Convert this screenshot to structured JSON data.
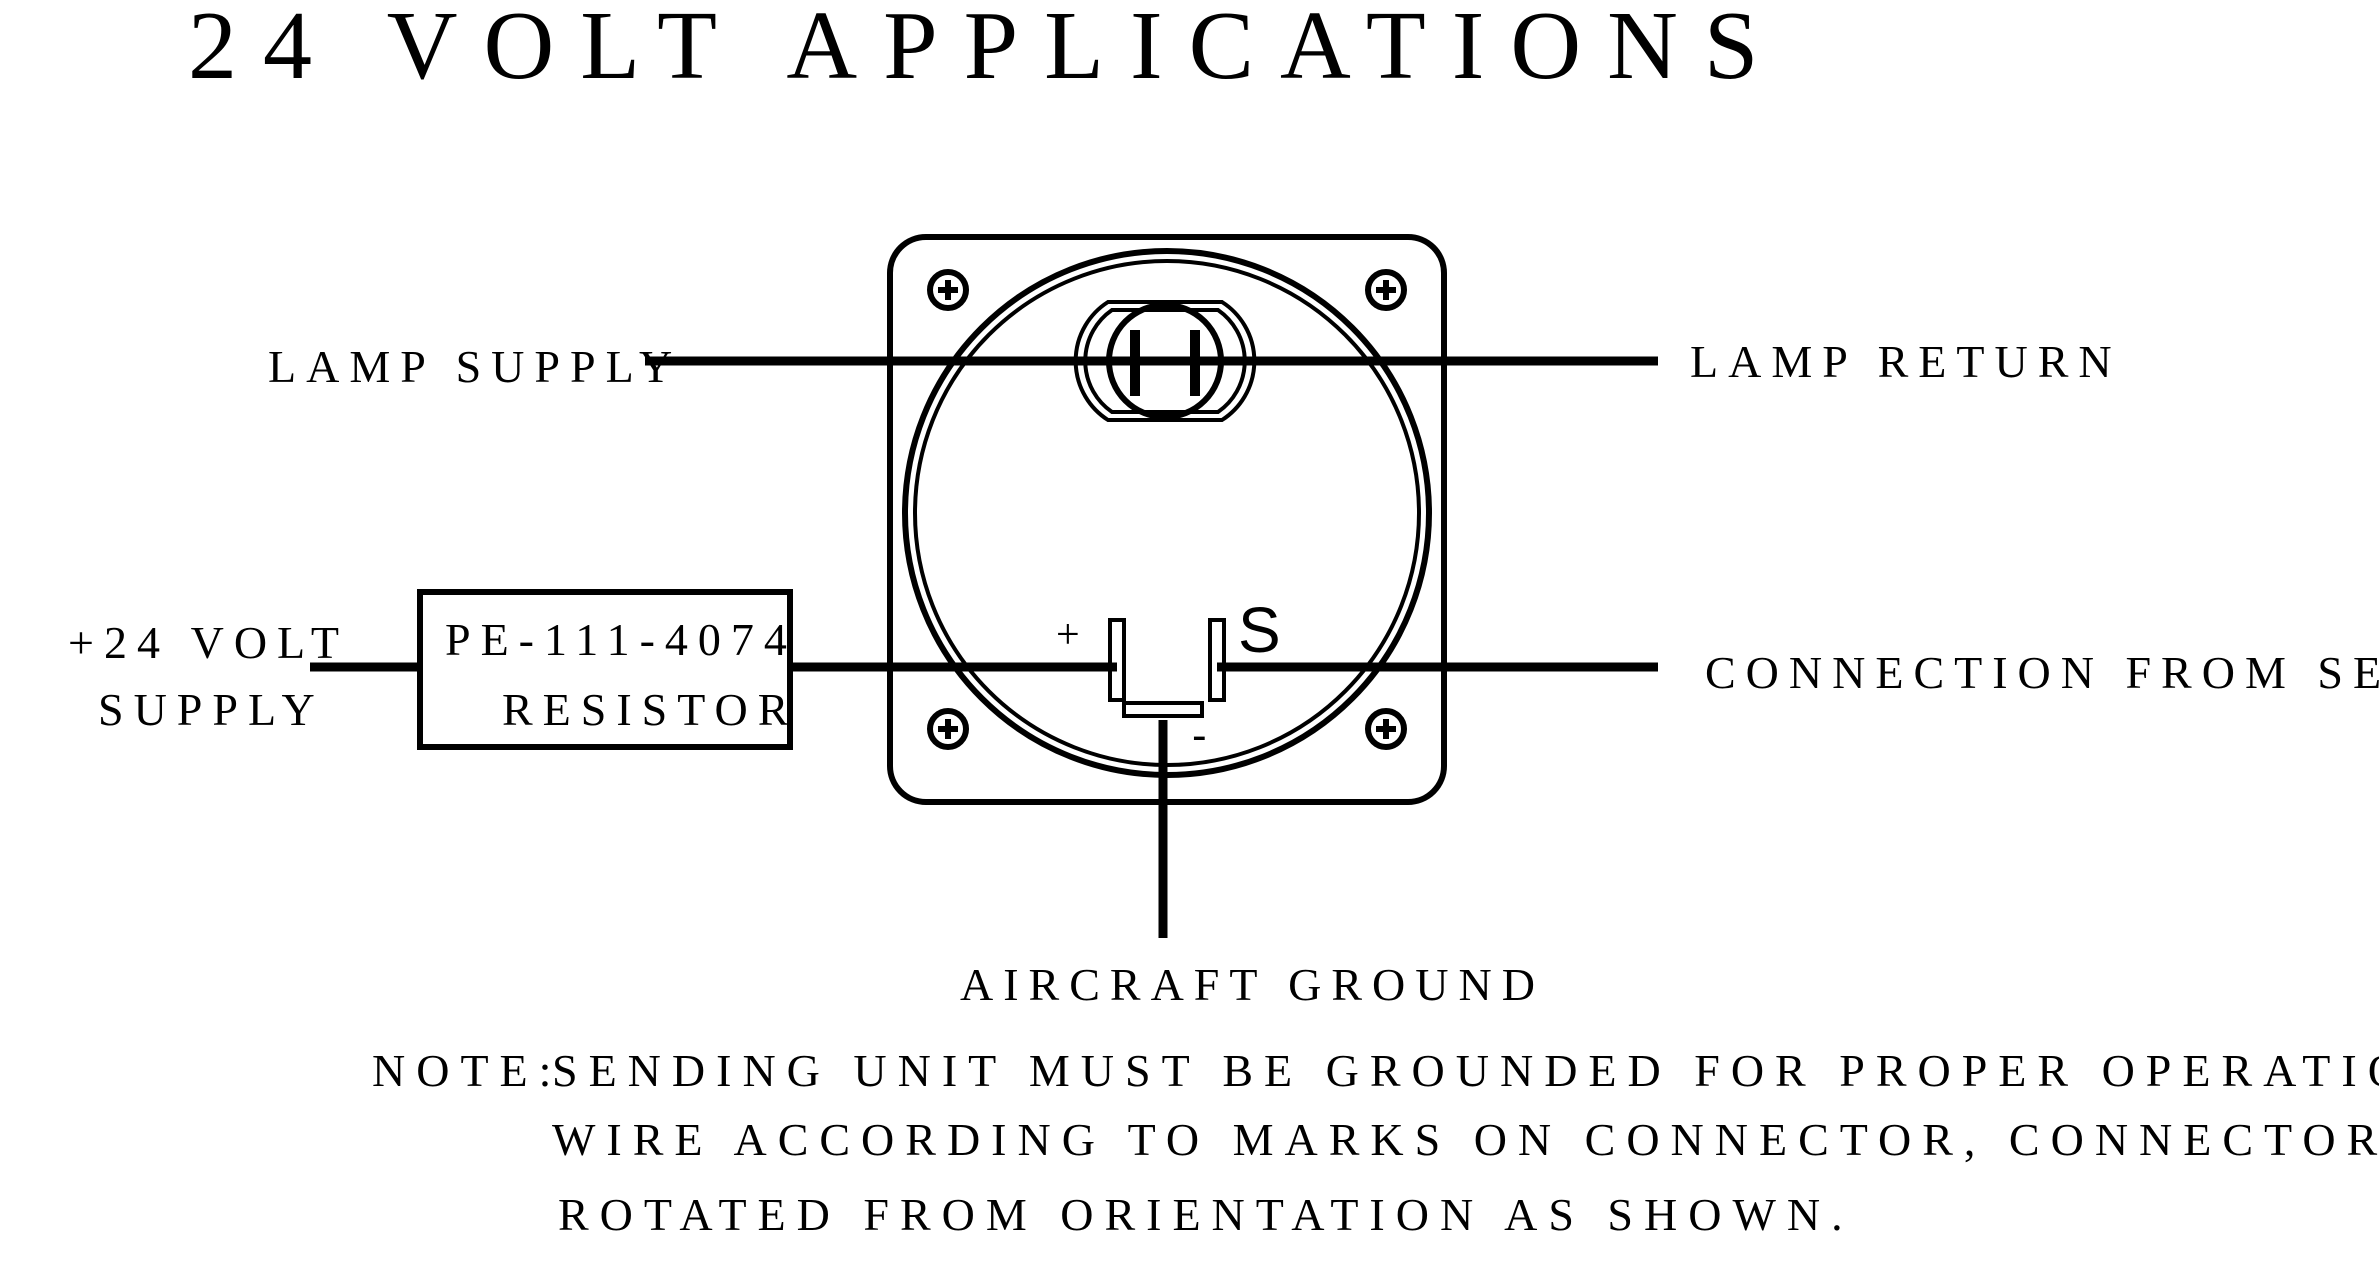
{
  "title": "24 VOLT APPLICATIONS",
  "labels": {
    "lamp_supply": "LAMP SUPPLY",
    "lamp_return": "LAMP RETURN",
    "supply_line1": "+24 VOLT",
    "supply_line2": "SUPPLY",
    "resistor_line1": "PE-111-4074",
    "resistor_line2": "RESISTOR",
    "sender": "CONNECTION FROM SENDER",
    "ground": "AIRCRAFT GROUND",
    "pin_plus": "+",
    "pin_s": "S",
    "pin_minus": "-"
  },
  "note": {
    "prefix": "NOTE:",
    "line1": "SENDING UNIT MUST BE GROUNDED FOR PROPER OPERATION",
    "line2": "WIRE ACCORDING TO MARKS ON CONNECTOR, CONNECTOR MAY BE",
    "line3": "ROTATED FROM ORIENTATION AS SHOWN."
  }
}
